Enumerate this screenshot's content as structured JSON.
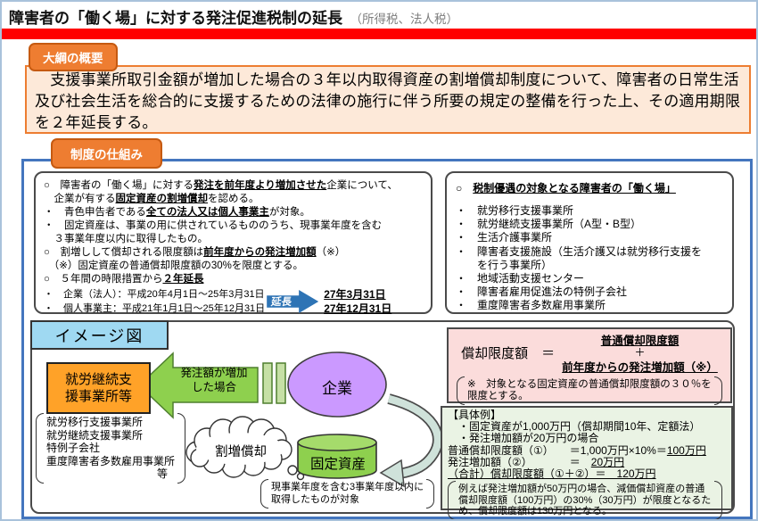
{
  "page": {
    "title": "障害者の「働く場」に対する発注促進税制の延長",
    "title_suffix": "（所得税、法人税）"
  },
  "colors": {
    "red_bar": "#FF0000",
    "badge_orange": "#EE7D31",
    "panel_blue": "#4476BE",
    "label_light_blue": "#9FD9F2",
    "extend_arrow_blue": "#2E74B5",
    "diagram_green": "#8ED04E",
    "company_purple": "#CB99FF",
    "workplace_orange": "#FFA228",
    "formula_pink_bg": "#FBDCDB",
    "example_green_bg": "#EAF3E4",
    "overview_peach_bg": "#FDE9D9"
  },
  "overview": {
    "badge": "大綱の概要",
    "body": "　支援事業所取引金額が増加した場合の３年以内取得資産の割増償却制度について、障害者の日常生活及び社会生活を総合的に支援するための法律の施行に伴う所要の規定の整備を行った上、その適用期限を２年延長する。"
  },
  "mechanism": {
    "badge": "制度の仕組み",
    "left_box": {
      "lines": [
        [
          {
            "t": "○　障害者の「働く場」に対する"
          },
          {
            "t": "発注を前年度より増加させた",
            "b": true,
            "u": true
          },
          {
            "t": "企業について、"
          }
        ],
        [
          {
            "t": "　企業が有する"
          },
          {
            "t": "固定資産の割増償却",
            "b": true,
            "u": true
          },
          {
            "t": "を認める。"
          }
        ],
        [
          {
            "t": "・　青色申告者である"
          },
          {
            "t": "全ての法人又は個人事業主",
            "b": true,
            "u": true
          },
          {
            "t": "が対象。"
          }
        ],
        [
          {
            "t": "・　固定資産は、事業の用に供されているもののうち、現事業年度を含む"
          }
        ],
        [
          {
            "t": "　３事業年度以内に取得したもの。"
          }
        ],
        [
          {
            "t": "○　割増しして償却される限度額は"
          },
          {
            "t": "前年度からの発注増加額",
            "b": true,
            "u": true
          },
          {
            "t": "（※）"
          }
        ],
        [
          {
            "t": "　（※）固定資産の普通償却限度額の30%を限度とする。"
          }
        ],
        [
          {
            "t": "○　５年間の時限措置から"
          },
          {
            "t": "２年延長",
            "b": true,
            "u": true
          }
        ],
        [
          {
            "t": "・　企業（法人）：平成20年4月1日～25年3月31日"
          }
        ],
        [
          {
            "t": "・　個人事業主：平成21年1月1日～25年12月31日"
          }
        ]
      ],
      "extend_label": "延長",
      "extended_dates": [
        "27年3月31日",
        "27年12月31日"
      ]
    },
    "right_box": {
      "header": [
        {
          "t": "○　"
        },
        {
          "t": "税制優遇の対象となる障害者の「働く場」",
          "b": true,
          "u": true
        }
      ],
      "items": [
        "・　就労移行支援事業所",
        "・　就労継続支援事業所（A型・B型）",
        "・　生活介護事業所",
        "・　障害者支援施設（生活介護又は就労移行支援を",
        "　　を行う事業所）",
        "・　地域活動支援センター",
        "・　障害者雇用促進法の特例子会社",
        "・　重度障害者多数雇用事業所"
      ]
    },
    "image": {
      "label": "イメージ図",
      "workplace_lines": [
        "就労継続支",
        "援事業所等"
      ],
      "arrow_lines": [
        "発注額が増加",
        "した場合"
      ],
      "company": "企業",
      "cloud": "割増償却",
      "cylinder": "固定資産",
      "facilities": [
        "就労移行支援事業所",
        "就労継続支援事業所",
        "特例子会社",
        "重度障害者多数雇用事業所",
        "等"
      ],
      "scope_note_lines": [
        "現事業年度を含む3事業年度以内に",
        "取得したものが対象"
      ]
    },
    "formula": {
      "lhs": "償却限度額　＝",
      "numerator": "普通償却限度額",
      "plus": "＋",
      "addend": "前年度からの発注増加額（※）",
      "note": "※　対象となる固定資産の普通償却限度額の３０％を限度とする。"
    },
    "example": {
      "title": "【具体例】",
      "lines": [
        [
          {
            "t": "　・固定資産が1,000万円（償却期間10年、定額法）"
          }
        ],
        [
          {
            "t": "　・発注増加額が20万円の場合"
          }
        ],
        [
          {
            "t": "普通償却限度額（①）　　＝1,000万円×10%＝"
          },
          {
            "t": "100万円",
            "u": true
          }
        ],
        [
          {
            "t": "発注増加額（②）　　　　＝　"
          },
          {
            "t": "20万円",
            "u": true
          }
        ],
        [
          {
            "t": "（合計）償却限度額（①＋②）＝　120万円",
            "u": true
          }
        ]
      ],
      "note": "例えば発注増加額が50万円の場合、減価償却資産の普通償却限度額（100万円）の30%（30万円）が限度となるため、償却限度額は130万円となる。"
    }
  }
}
